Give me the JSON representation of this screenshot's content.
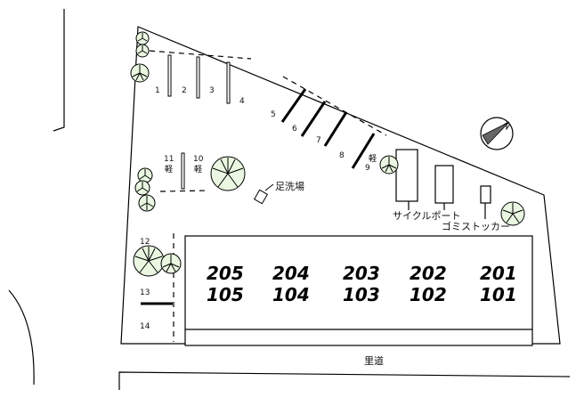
{
  "parking_spaces": [
    {
      "label": "1"
    },
    {
      "label": "2"
    },
    {
      "label": "3"
    },
    {
      "label": "4"
    },
    {
      "label": "5"
    },
    {
      "label": "6"
    },
    {
      "label": "7"
    },
    {
      "label": "8"
    },
    {
      "label": "9"
    },
    {
      "label": "10"
    },
    {
      "label": "11"
    },
    {
      "label": "12"
    },
    {
      "label": "13"
    },
    {
      "label": "14"
    }
  ],
  "kei_mark": "軽",
  "facilities": {
    "foot_wash": "足洗場",
    "bicycle_port": "サイクルポート",
    "garbage_locker": "ゴミストッカー"
  },
  "road": "里道",
  "building": {
    "upper_units": [
      "205",
      "204",
      "203",
      "202",
      "201"
    ],
    "lower_units": [
      "105",
      "104",
      "103",
      "102",
      "101"
    ]
  },
  "colors": {
    "tree_fill": "#eaf8e2",
    "line": "#000000"
  },
  "icons": [
    "tree-icon",
    "north-compass-icon"
  ]
}
